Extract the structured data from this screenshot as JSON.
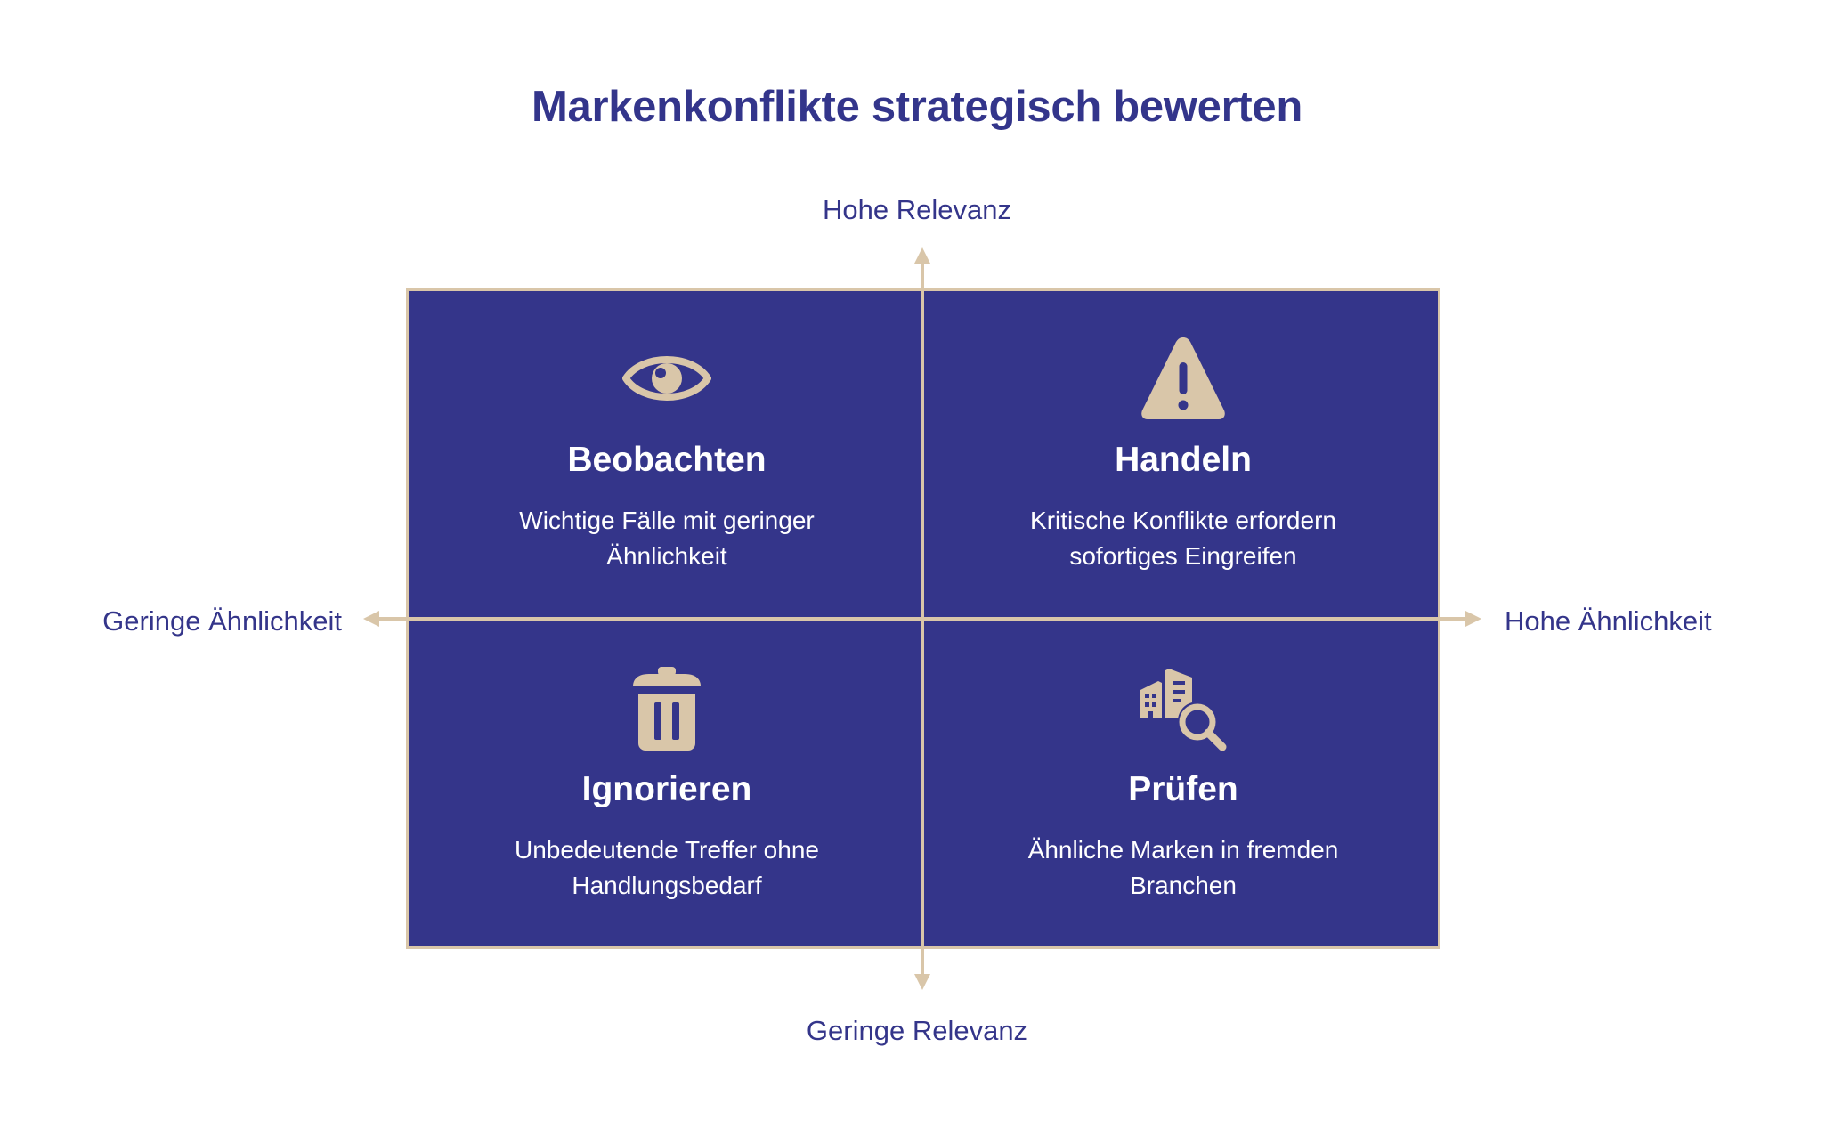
{
  "title": "Markenkonflikte strategisch bewerten",
  "axes": {
    "top": "Hohe Relevanz",
    "bottom": "Geringe Relevanz",
    "left": "Geringe Ähnlichkeit",
    "right": "Hohe Ähnlichkeit"
  },
  "colors": {
    "quadrant_fill": "#34358a",
    "accent": "#d9c6a9",
    "text_dark": "#34358a",
    "text_light": "#ffffff"
  },
  "quadrants": [
    {
      "id": "top-left",
      "icon": "eye-icon",
      "title": "Beobachten",
      "description": "Wichtige Fälle mit geringer Ähnlichkeit"
    },
    {
      "id": "top-right",
      "icon": "warning-icon",
      "title": "Handeln",
      "description": "Kritische Konflikte erfordern sofortiges Eingreifen"
    },
    {
      "id": "bottom-left",
      "icon": "trash-icon",
      "title": "Ignorieren",
      "description": "Unbedeutende Treffer ohne Handlungsbedarf"
    },
    {
      "id": "bottom-right",
      "icon": "building-search-icon",
      "title": "Prüfen",
      "description": "Ähnliche Marken in fremden Branchen"
    }
  ]
}
